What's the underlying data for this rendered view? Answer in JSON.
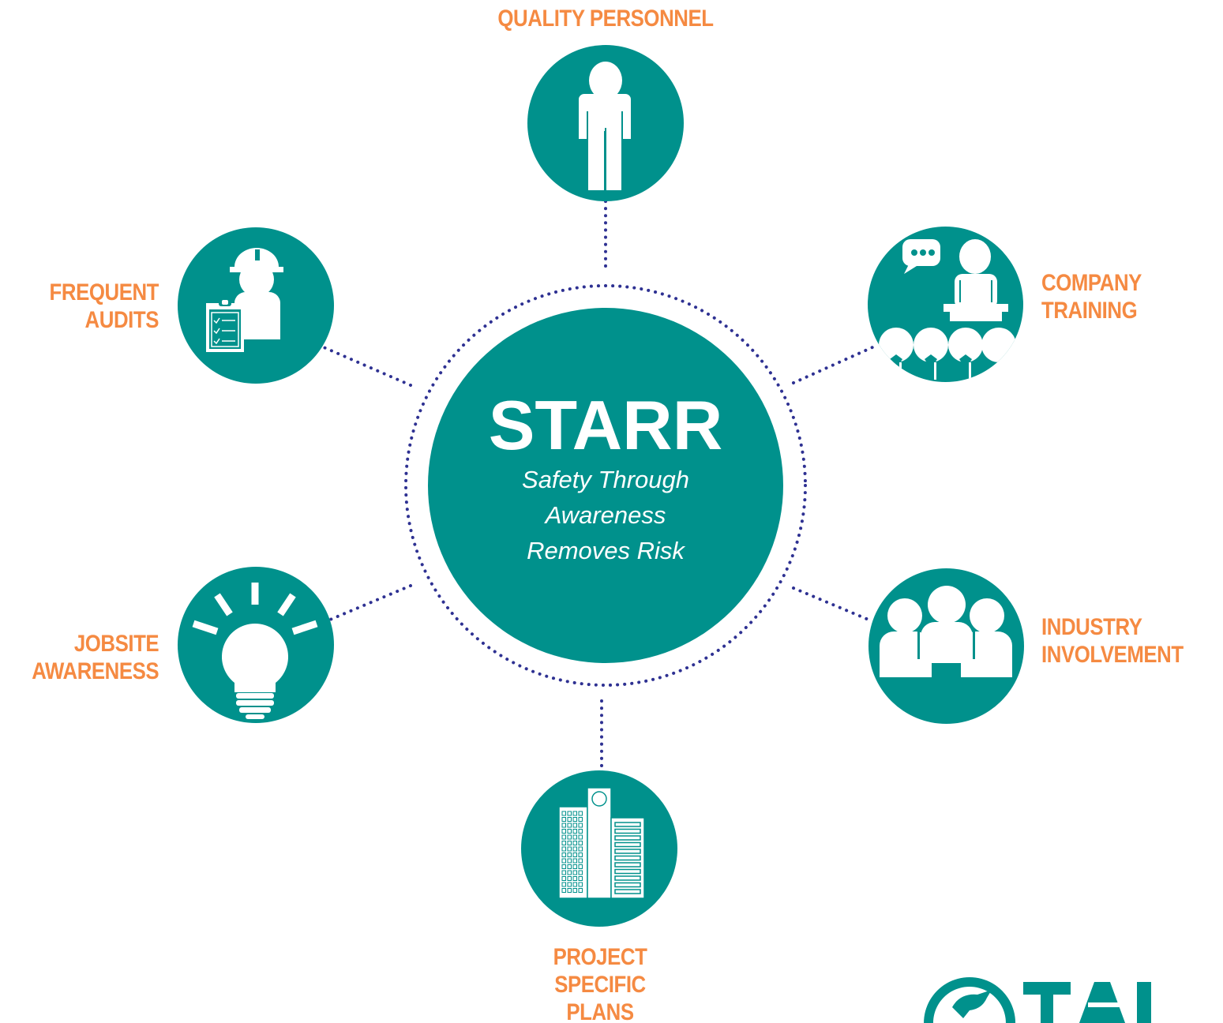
{
  "colors": {
    "teal": "#00918c",
    "orange": "#f58a42",
    "dots": "#2e3192",
    "white": "#ffffff"
  },
  "center": {
    "title": "STARR",
    "subtitle_lines": [
      "Safety Through",
      "Awareness",
      "Removes Risk"
    ]
  },
  "nodes": [
    {
      "id": "quality-personnel",
      "icon": "person-icon",
      "label_lines": [
        "QUALITY PERSONNEL"
      ]
    },
    {
      "id": "company-training",
      "icon": "training-presenter-icon",
      "label_lines": [
        "COMPANY",
        "TRAINING"
      ]
    },
    {
      "id": "industry-involvement",
      "icon": "group-meeting-icon",
      "label_lines": [
        "INDUSTRY",
        "INVOLVEMENT"
      ]
    },
    {
      "id": "project-specific-plans",
      "icon": "buildings-icon",
      "label_lines": [
        "PROJECT",
        "SPECIFIC",
        "PLANS"
      ]
    },
    {
      "id": "jobsite-awareness",
      "icon": "lightbulb-icon",
      "label_lines": [
        "JOBSITE",
        "AWARENESS"
      ]
    },
    {
      "id": "frequent-audits",
      "icon": "hardhat-clipboard-icon",
      "label_lines": [
        "FREQUENT",
        "AUDITS"
      ]
    }
  ],
  "logo": {
    "icon": "tai-logo-icon",
    "text": "TAI"
  }
}
